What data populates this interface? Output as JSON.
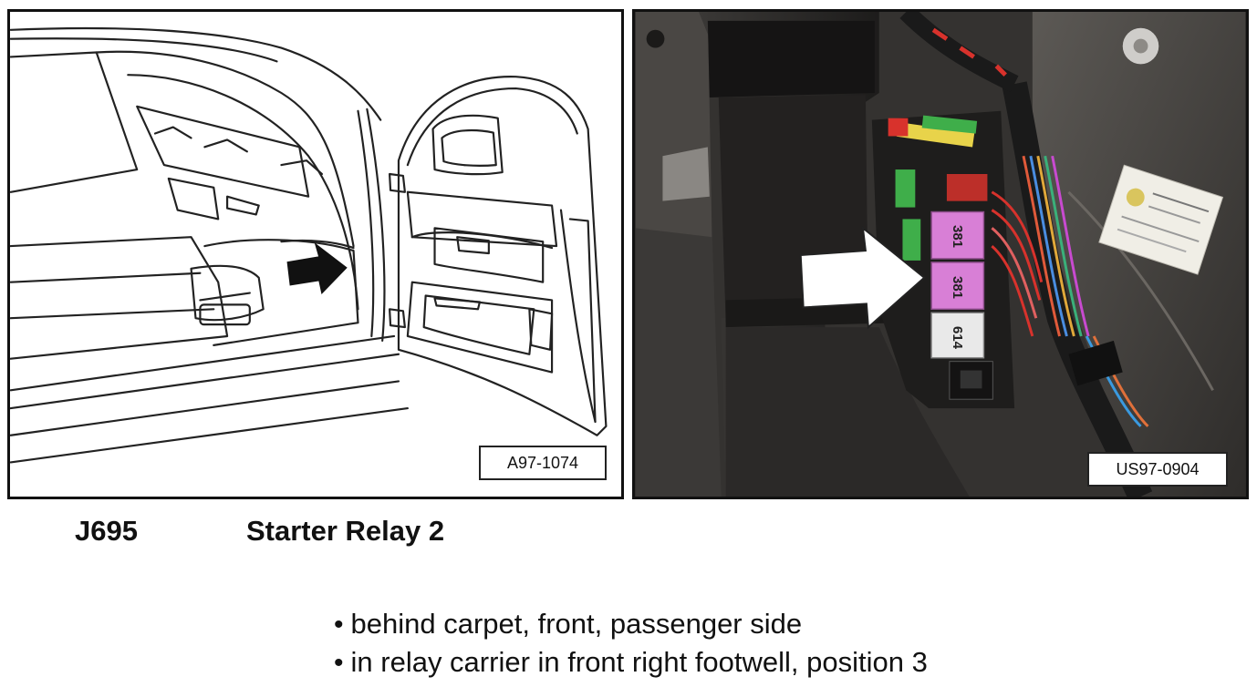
{
  "figure_left": {
    "ref": "A97-1074"
  },
  "figure_right": {
    "ref": "US97-0904",
    "relay_labels": [
      "381",
      "381",
      "614"
    ]
  },
  "component": {
    "code": "J695",
    "name": "Starter Relay 2"
  },
  "locations": [
    "behind carpet, front, passenger side",
    "in relay carrier in front right footwell, position 3"
  ],
  "colors": {
    "relay_pink": "#d87fd6",
    "relay_white": "#e9e9e9",
    "fuse_yellow": "#e8d34a",
    "fuse_green": "#3fae4a",
    "wire_red": "#d8322c"
  }
}
